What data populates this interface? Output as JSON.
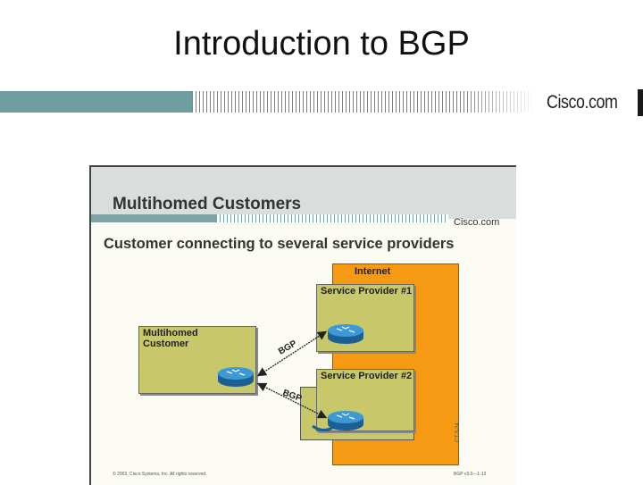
{
  "title": "Introduction to BGP",
  "header": {
    "logo": "Cisco.com"
  },
  "slide": {
    "title": "Multihomed Customers",
    "logo": "Cisco.com",
    "subtitle": "Customer connecting to several service providers",
    "footer_left": "© 2003, Cisco Systems, Inc. All rights reserved.",
    "footer_right": "BGP v3.0—1-13",
    "side_code": "CT-3-24"
  },
  "diagram": {
    "internet_label": "Internet",
    "provider1_label": "Service Provider #1",
    "provider2_label": "Service Provider #2",
    "customer_label_line1": "Multihomed",
    "customer_label_line2": "Customer",
    "link1_label": "BGP",
    "link2_label": "BGP",
    "colors": {
      "internet": "#f59a12",
      "box": "#c8c86a",
      "router": "#2b86c4",
      "teal": "#6e9da0"
    }
  }
}
